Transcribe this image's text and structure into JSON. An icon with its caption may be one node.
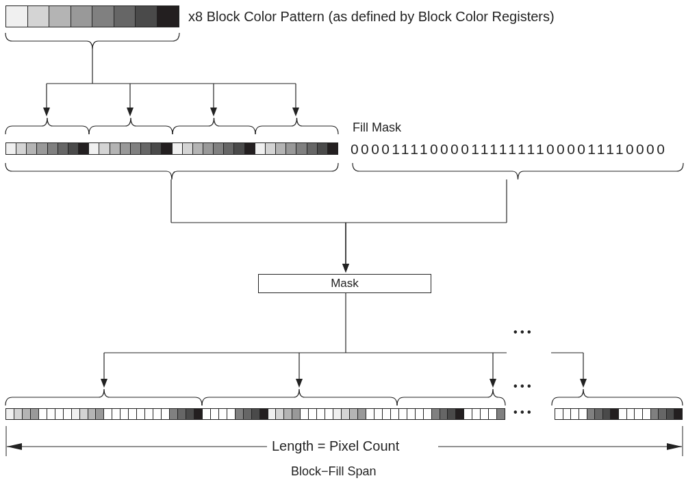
{
  "diagram": {
    "caption": "Block−Fill Span",
    "nodes": [
      {
        "text": [],
        "shape": "bar",
        "beside": [
          "x8 Block Color Pattern (as defined by Block Color Registers)"
        ]
      },
      {
        "text": [],
        "shape": "bar"
      },
      {
        "text": [
          "Fill Mask",
          "00001111000011111111000011110000"
        ]
      },
      {
        "text": [
          "Mask"
        ]
      },
      {
        "text": [],
        "shape": "bar",
        "beside": [
          "• • •"
        ]
      }
    ],
    "edges": [
      {
        "from": 0,
        "to": 1,
        "arrow": "to"
      },
      {
        "from": 1,
        "to": 3,
        "arrow": "to"
      },
      {
        "from": 2,
        "to": 3,
        "arrow": "to"
      },
      {
        "from": 3,
        "to": 4,
        "arrow": "to"
      }
    ],
    "labels": [
      "• • •",
      "• • •",
      "Length = Pixel Count"
    ]
  }
}
